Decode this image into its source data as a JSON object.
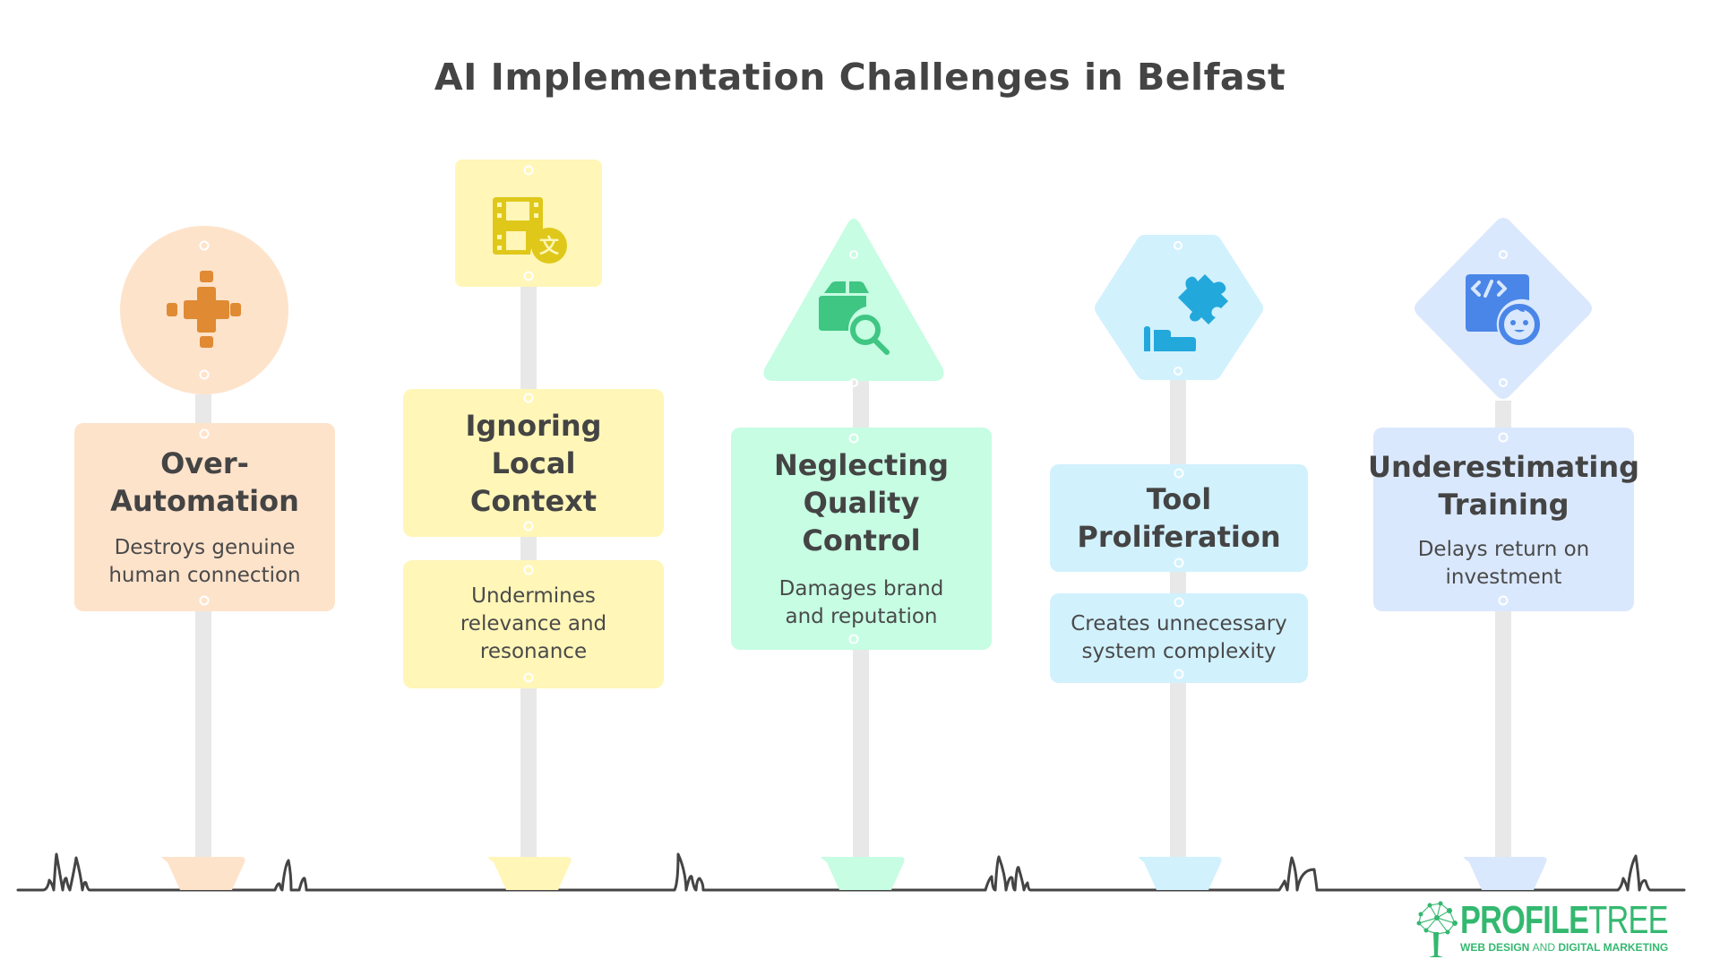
{
  "title": "AI Implementation Challenges in Belfast",
  "signs": [
    {
      "title": "Over-\nAutomation",
      "title_lines": [
        "Over-",
        "Automation"
      ],
      "description_lines": [
        "Destroys genuine",
        "human connection"
      ],
      "shape": "circle",
      "icon": "automation-cross-icon",
      "bg_color": "#fee3cb",
      "icon_color": "#e08a33"
    },
    {
      "title_lines": [
        "Ignoring",
        "Local",
        "Context"
      ],
      "description_lines": [
        "Undermines",
        "relevance and",
        "resonance"
      ],
      "shape": "square",
      "icon": "film-translate-icon",
      "bg_color": "#fff6b8",
      "icon_color": "#dfc81a"
    },
    {
      "title_lines": [
        "Neglecting",
        "Quality",
        "Control"
      ],
      "description_lines": [
        "Damages brand",
        "and reputation"
      ],
      "shape": "triangle",
      "icon": "package-search-icon",
      "bg_color": "#c6fde3",
      "icon_color": "#3fc683"
    },
    {
      "title_lines": [
        "Tool",
        "Proliferation"
      ],
      "description_lines": [
        "Creates unnecessary",
        "system complexity"
      ],
      "shape": "hexagon",
      "icon": "puzzle-hand-icon",
      "bg_color": "#d1f1fd",
      "icon_color": "#23a8dc"
    },
    {
      "title_lines": [
        "Underestimating",
        "Training"
      ],
      "description_lines": [
        "Delays return on",
        "investment"
      ],
      "shape": "diamond",
      "icon": "code-baby-icon",
      "bg_color": "#dae8fd",
      "icon_color": "#4a86e8"
    }
  ],
  "logo": {
    "name_bold": "PROFILE",
    "name_thin": "TREE",
    "tagline_part1": "WEB DESIGN ",
    "tagline_part2": "AND ",
    "tagline_part3": "DIGITAL MARKETING",
    "color": "#34b870"
  }
}
